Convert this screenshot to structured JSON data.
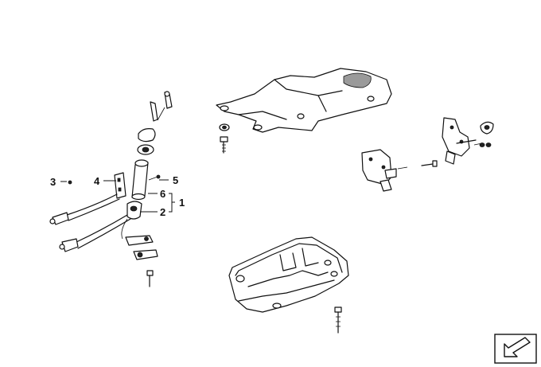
{
  "callouts": [
    {
      "id": "c1",
      "text": "1"
    },
    {
      "id": "c2",
      "text": "2"
    },
    {
      "id": "c3",
      "text": "3"
    },
    {
      "id": "c4",
      "text": "4"
    },
    {
      "id": "c5",
      "text": "5"
    },
    {
      "id": "c6",
      "text": "6"
    }
  ],
  "colors": {
    "line": "#111111",
    "shade": "#9a9a9a",
    "background": "#ffffff"
  },
  "icons": {
    "corner": "navigation-arrow-icon"
  }
}
